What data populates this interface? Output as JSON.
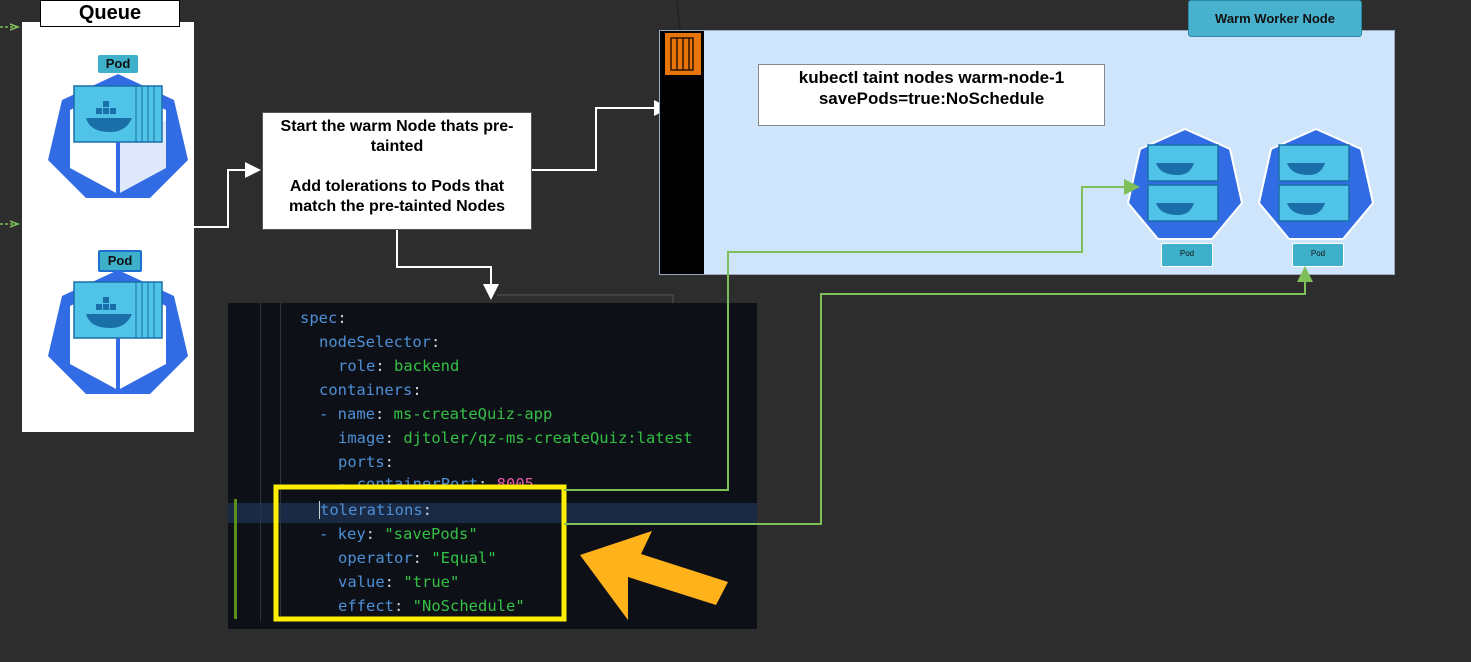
{
  "queue": {
    "title": "Queue",
    "pods": [
      {
        "label": "Pod"
      },
      {
        "label": "Pod"
      }
    ]
  },
  "step_box": {
    "line1": "Start the warm Node thats pre-tainted",
    "line2": "Add tolerations to Pods that match the pre-tainted Nodes"
  },
  "command_box": {
    "line1": "kubectl taint nodes warm-node-1",
    "line2": "savePods=true:NoSchedule"
  },
  "warm_node": {
    "label": "Warm Worker Node",
    "pods": [
      {
        "label": "Pod"
      },
      {
        "label": "Pod"
      }
    ]
  },
  "code": {
    "spec": "spec",
    "nodeSelector": "nodeSelector",
    "role_key": "role",
    "role_value": "backend",
    "containers": "containers",
    "name_key": "name",
    "name_value": "ms-createQuiz-app",
    "image_key": "image",
    "image_value": "djtoler/qz-ms-createQuiz:latest",
    "ports": "ports",
    "containerPort_key": "containerPort",
    "containerPort_value": "8005",
    "tolerations": "tolerations",
    "key_key": "key",
    "key_value": "\"savePods\"",
    "operator_key": "operator",
    "operator_value": "\"Equal\"",
    "value_key": "value",
    "value_value": "\"true\"",
    "effect_key": "effect",
    "effect_value": "\"NoSchedule\""
  },
  "colors": {
    "highlight": "#ffee00",
    "arrow": "#ffb21a",
    "connector_green": "#7fbf5a",
    "kube_blue": "#326ce5",
    "node_area": "#cfe5fb"
  },
  "icons": {
    "kubernetes": "kubernetes-pod-icon",
    "docker": "docker-icon",
    "ec2": "aws-ec2-icon"
  }
}
